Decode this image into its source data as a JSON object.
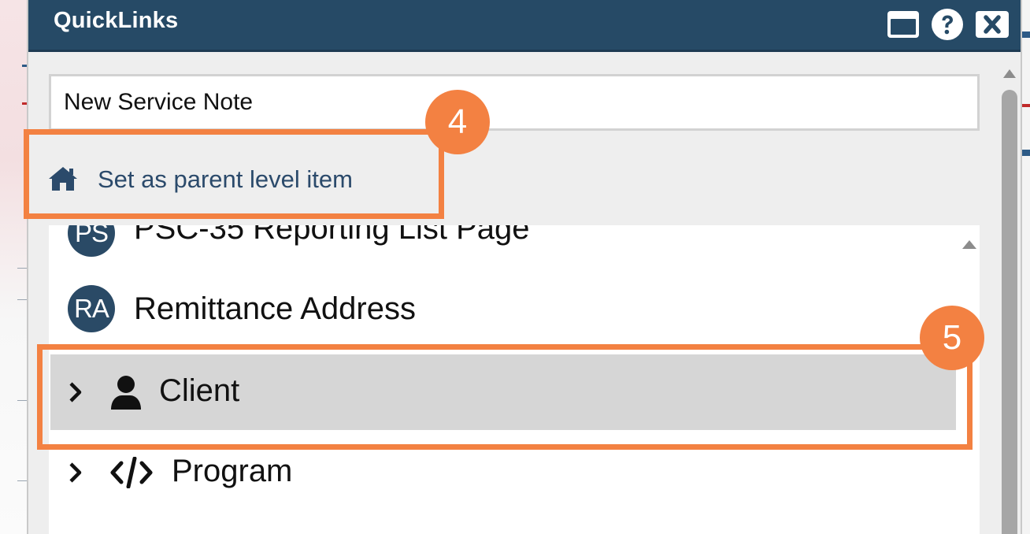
{
  "dialog": {
    "title": "QuickLinks",
    "buttons": {
      "maximize_icon": "window-maximize-icon",
      "help_icon": "question-circle-icon",
      "close_icon": "close-x-icon"
    }
  },
  "search": {
    "value": "New Service Note"
  },
  "parent_action": {
    "icon": "home-icon",
    "label": "Set as parent level item"
  },
  "list": {
    "items": [
      {
        "initials": "PS",
        "label": "PSC-35 Reporting List Page"
      },
      {
        "initials": "RA",
        "label": "Remittance Address"
      }
    ],
    "tree": [
      {
        "icon": "user-icon",
        "label": "Client",
        "selected": true
      },
      {
        "icon": "code-icon",
        "label": "Program",
        "selected": false
      }
    ]
  },
  "callouts": [
    {
      "number": "4"
    },
    {
      "number": "5"
    }
  ],
  "colors": {
    "titlebar": "#264a66",
    "callout": "#f38142",
    "avatar": "#2a4a66",
    "selected_row": "#d6d6d6"
  }
}
